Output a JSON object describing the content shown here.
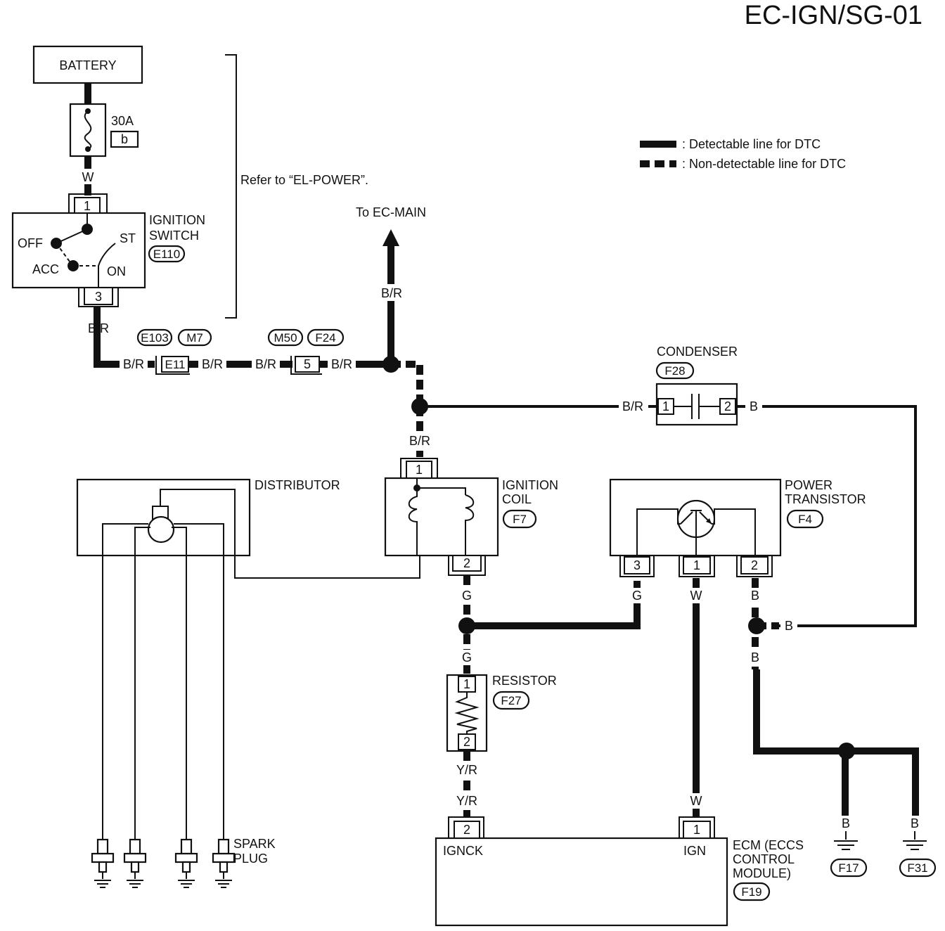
{
  "page_code": "EC-IGN/SG-01",
  "legend": {
    "detectable": ": Detectable line for DTC",
    "non_detectable": ": Non-detectable line for DTC"
  },
  "refer_note": "Refer to “EL-POWER”.",
  "to_ec_main": "To EC-MAIN",
  "battery": {
    "label": "BATTERY"
  },
  "fuse": {
    "rating": "30A",
    "id": "b"
  },
  "ignition_switch": {
    "line1": "IGNITION",
    "line2": "SWITCH",
    "connector": "E110",
    "pin_top": "1",
    "pin_bottom": "3",
    "positions": {
      "off": "OFF",
      "acc": "ACC",
      "st": "ST",
      "on": "ON"
    }
  },
  "connectors": {
    "e103": "E103",
    "m7": "M7",
    "e11": "E11",
    "m50": "M50",
    "f24": "F24",
    "pin5": "5"
  },
  "wire_colors": {
    "w": "W",
    "br": "B/R",
    "g": "G",
    "b": "B",
    "yr": "Y/R"
  },
  "condenser": {
    "label": "CONDENSER",
    "connector": "F28",
    "pin1": "1",
    "pin2": "2"
  },
  "distributor": {
    "label": "DISTRIBUTOR"
  },
  "ignition_coil": {
    "line1": "IGNITION",
    "line2": "COIL",
    "connector": "F7",
    "pin1": "1",
    "pin2": "2"
  },
  "power_transistor": {
    "line1": "POWER",
    "line2": "TRANSISTOR",
    "connector": "F4",
    "pin1": "1",
    "pin2": "2",
    "pin3": "3"
  },
  "resistor": {
    "label": "RESISTOR",
    "connector": "F27",
    "pin1": "1",
    "pin2": "2"
  },
  "spark_plug": {
    "line1": "SPARK",
    "line2": "PLUG"
  },
  "ecm": {
    "line1": "ECM (ECCS",
    "line2": "CONTROL",
    "line3": "MODULE)",
    "connector": "F19",
    "ignck_label": "IGNCK",
    "ign_label": "IGN",
    "pin_ignck": "2",
    "pin_ign": "1"
  },
  "grounds": {
    "f17": "F17",
    "f31": "F31"
  }
}
